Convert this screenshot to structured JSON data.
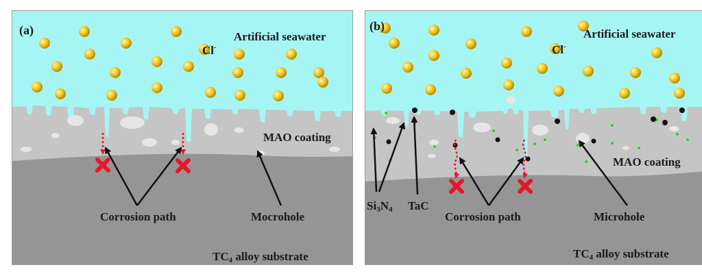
{
  "panel_a": {
    "letter": "(a)",
    "medium": "Artificial seawater",
    "ion": "Cl",
    "ion_charge": "-",
    "coating": "MAO coating",
    "defect": "Mocrohole",
    "path": "Corrosion path",
    "substrate_pre": "TC",
    "substrate_sub": "4",
    "substrate_post": " alloy substrate"
  },
  "panel_b": {
    "letter": "(b)",
    "medium": "Artificial seawater",
    "ion": "Cl",
    "ion_charge": "-",
    "coating": "MAO coating",
    "defect": "Microhole",
    "path": "Corrosion path",
    "particle1_pre": "Si",
    "particle1_sub1": "3",
    "particle1_mid": "N",
    "particle1_sub2": "4",
    "particle2": "TaC",
    "substrate_pre": "TC",
    "substrate_sub": "4",
    "substrate_post": " alloy substrate"
  },
  "colors": {
    "seawater": "#a6f5f5",
    "coating": "#c5c5c5",
    "substrate": "#959595",
    "chloride_ion": "#f2c521",
    "failure_mark": "#e8162b",
    "corrosion_path": "#e8162b",
    "si3n4": "#33cc33",
    "tac": "#111111"
  },
  "icons": [
    "chloride-ion-icon",
    "failure-cross-icon",
    "arrow-icon"
  ]
}
